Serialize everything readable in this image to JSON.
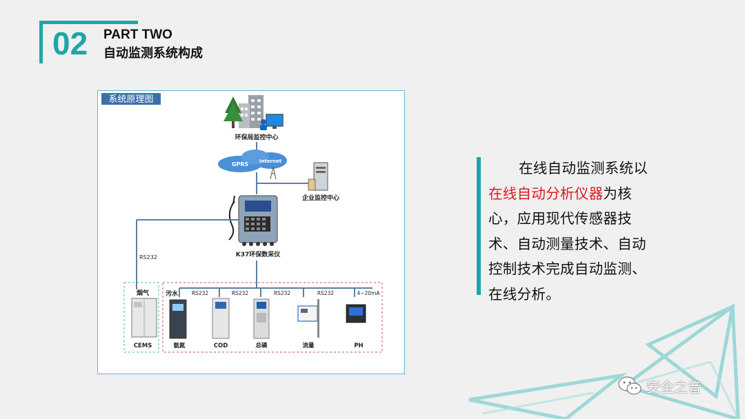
{
  "header": {
    "number": "02",
    "part": "PART TWO",
    "title": "自动监测系统构成"
  },
  "diagram": {
    "label": "系统原理图",
    "nodes": {
      "epb_center": "环保局监控中心",
      "gprs": "GPRS",
      "internet": "Internet",
      "enterprise_center": "企业监控中心",
      "collector": "K37环保数采仪",
      "rs232_left": "RS232",
      "flue_gas": "烟气",
      "cems": "CEMS",
      "wastewater": "污水",
      "bus_labels": [
        "RS232",
        "RS232",
        "RS232",
        "RS232",
        "4~20mA"
      ],
      "instruments": [
        "氨氮",
        "COD",
        "总磷",
        "流量",
        "PH"
      ]
    }
  },
  "description": {
    "before": "在线自动监测系统以",
    "highlight": "在线自动分析仪器",
    "after": "为核心，应用现代传感器技术、自动测量技术、自动控制技术完成自动监测、在线分析。"
  },
  "watermark": {
    "text": "安全之音",
    "icon": "wechat-icon"
  },
  "colors": {
    "accent": "#1fa6a6",
    "highlight": "#e0191f",
    "frame": "#5bb6d8"
  }
}
